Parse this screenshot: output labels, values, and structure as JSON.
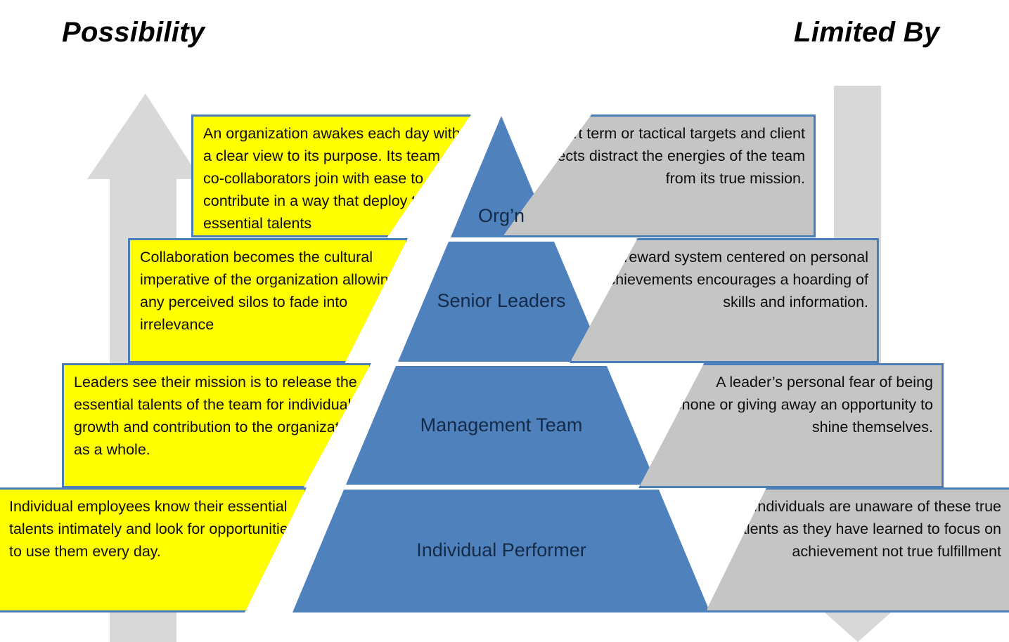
{
  "headings": {
    "left": "Possibility",
    "right": "Limited By"
  },
  "colors": {
    "pyramid_blue": "#4f81bd",
    "possibility_yellow": "#ffff00",
    "limited_gray": "#c5c5c5",
    "box_border_blue": "#4a7ebb",
    "arrow_gray": "#d8d8d8",
    "label_text": "#152a47"
  },
  "arrows": [
    {
      "name": "up-arrow",
      "direction": "up",
      "side": "left"
    },
    {
      "name": "down-arrow",
      "direction": "down",
      "side": "right"
    }
  ],
  "pyramid": {
    "levels": [
      {
        "label": "Org’n"
      },
      {
        "label": "Senior Leaders"
      },
      {
        "label": "Management Team"
      },
      {
        "label": "Individual Performer"
      }
    ]
  },
  "possibility_boxes": [
    {
      "text": "An organization awakes each day with a clear view to its purpose. Its team of co-collaborators join with ease to contribute in a way that deploy their essential talents"
    },
    {
      "text": "Collaboration becomes the cultural imperative of the organization allowing any perceived silos to fade into irrelevance"
    },
    {
      "text": "Leaders see their mission is to release the essential talents of the team for individual growth and contribution to the organization as a whole."
    },
    {
      "text": "Individual employees know their essential talents intimately and look for opportunities to use them every day."
    }
  ],
  "limited_by_boxes": [
    {
      "text": "Short term or tactical targets and client projects distract the energies of the team from its true mission."
    },
    {
      "text": "A reward system centered on personal achievements encourages a hoarding of skills and information."
    },
    {
      "text": "A leader’s personal fear of being outshone or giving away an opportunity to shine themselves."
    },
    {
      "text": "Individuals are unaware of these true talents as they have learned to focus on achievement not true fulfillment"
    }
  ]
}
